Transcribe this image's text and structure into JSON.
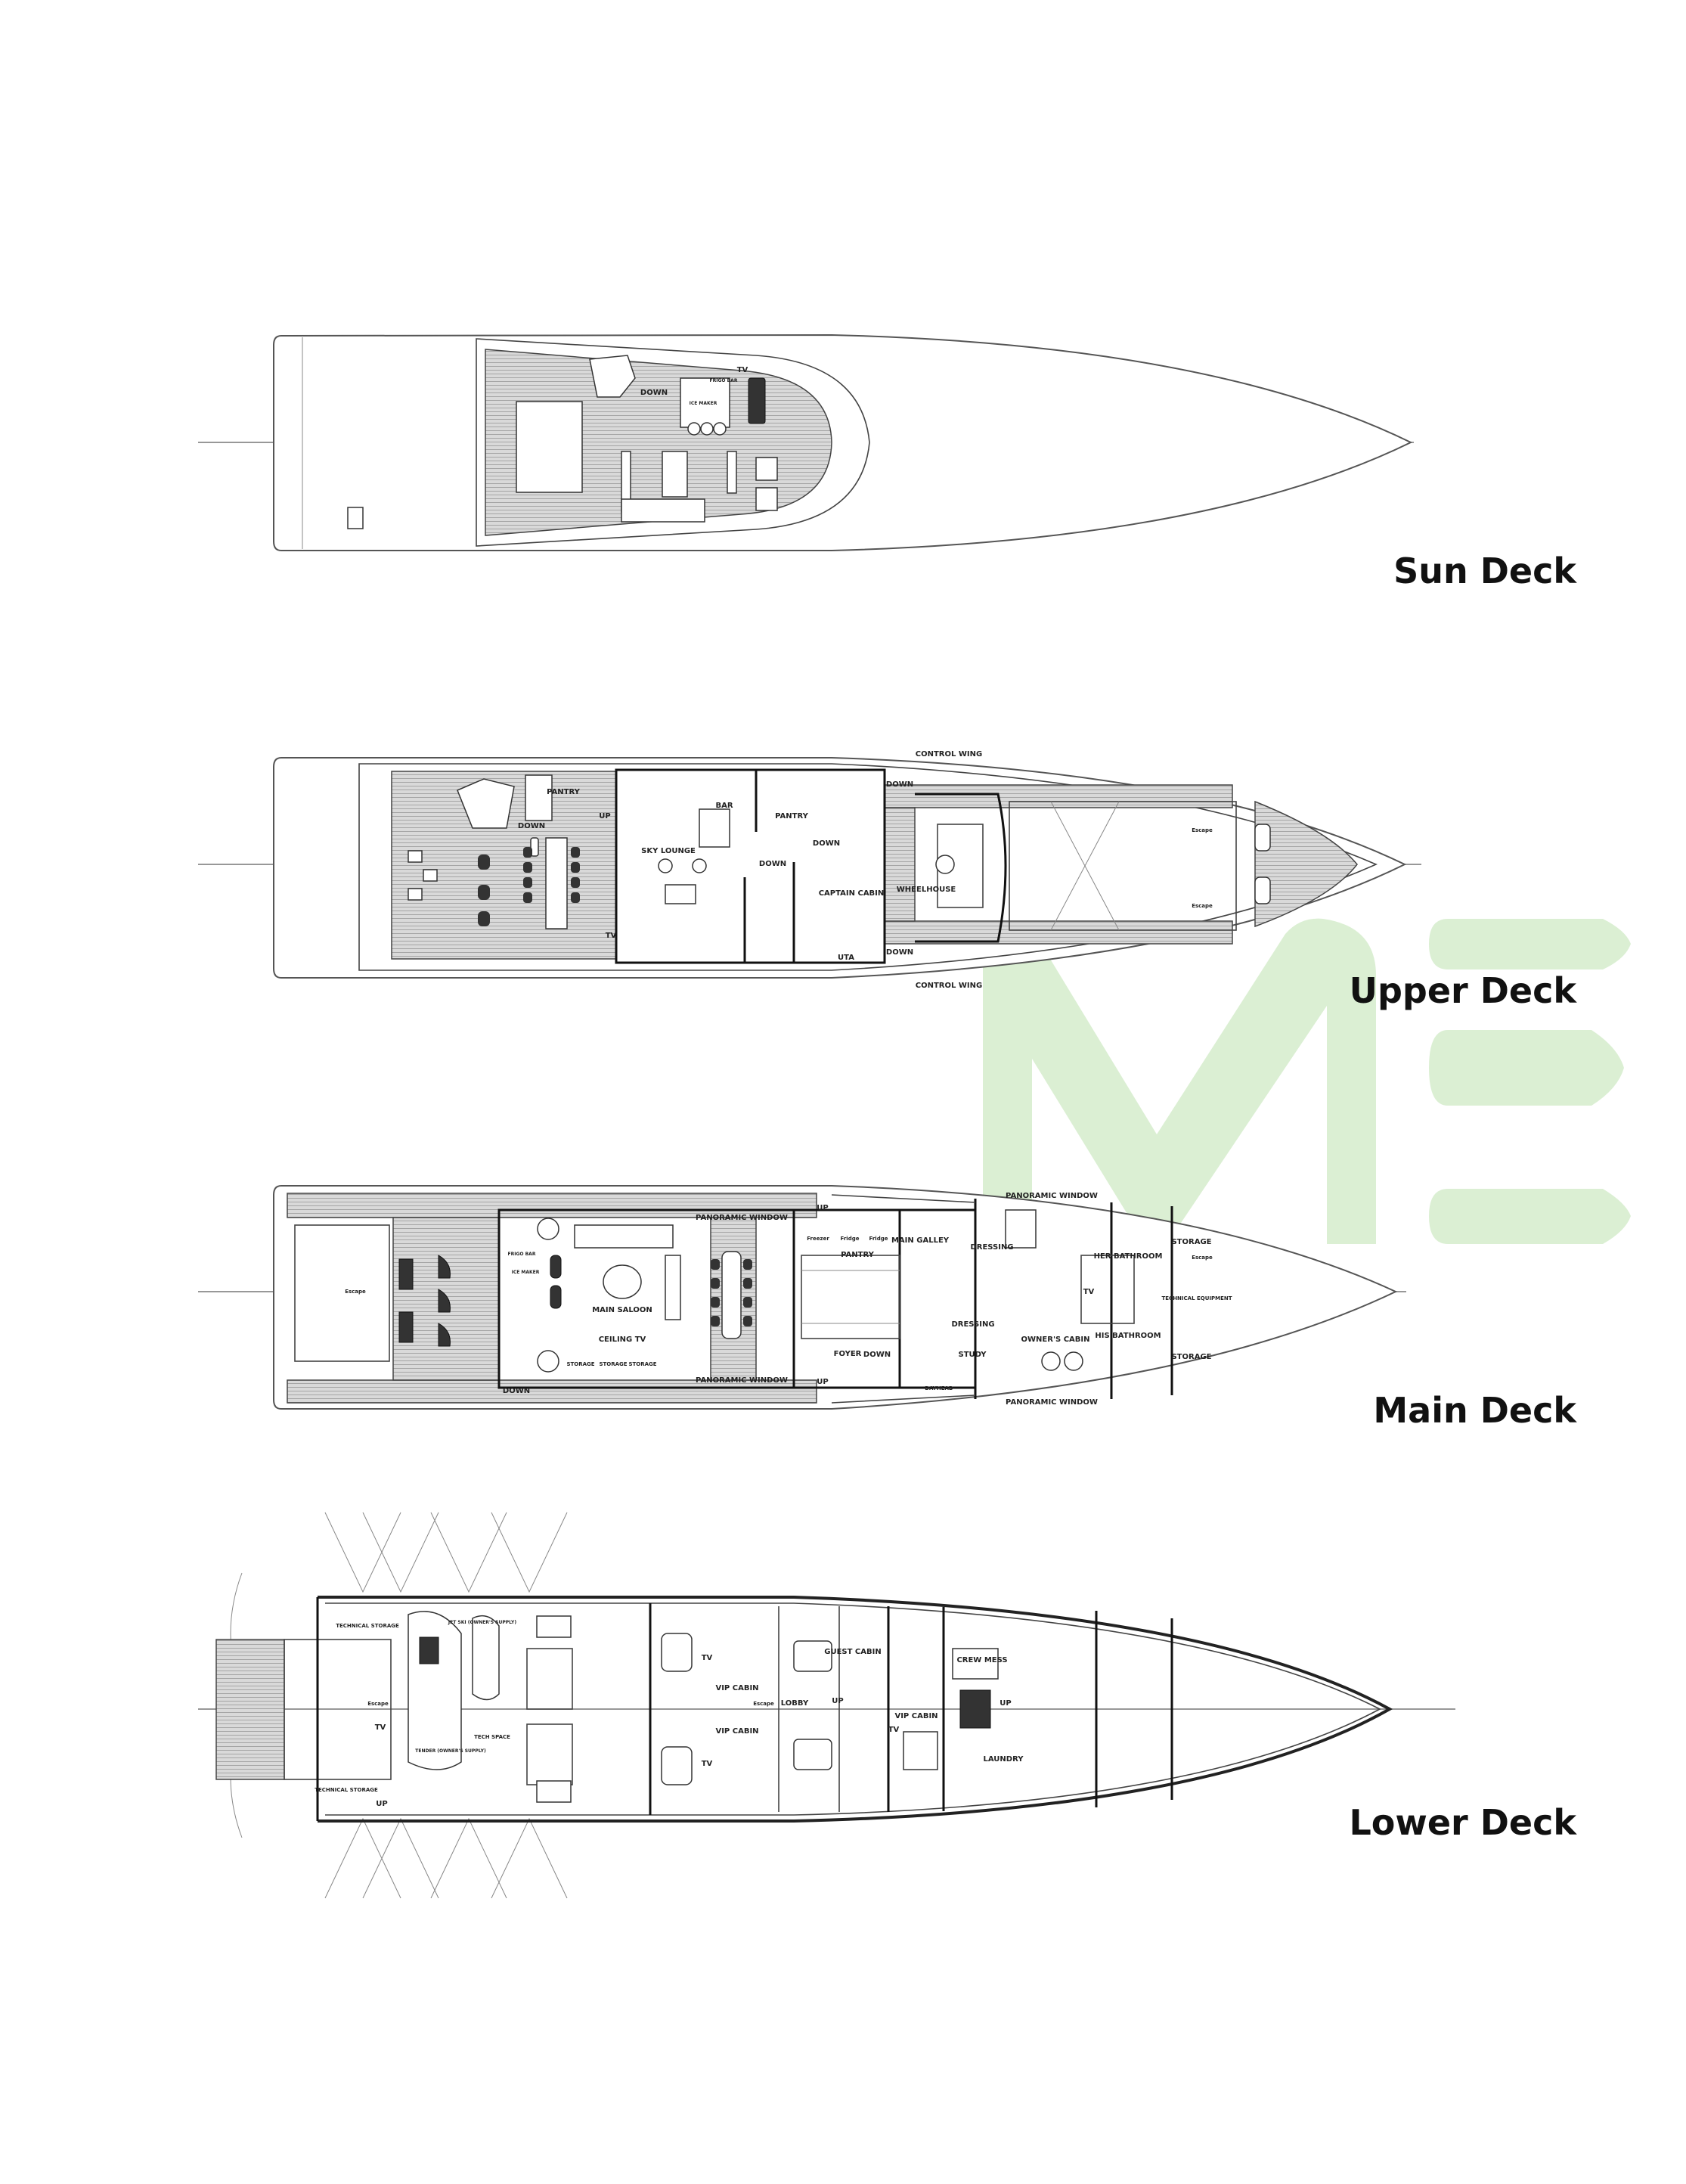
{
  "decks": [
    {
      "name": "Sun Deck",
      "labels": [
        "TV",
        "DOWN",
        "FRIGO BAR",
        "ICE MAKER"
      ]
    },
    {
      "name": "Upper Deck",
      "labels": [
        "PANTRY",
        "PANTRY",
        "BAR",
        "SKY LOUNGE",
        "DOWN",
        "DOWN",
        "DOWN",
        "CAPTAIN CABIN",
        "WHEELHOUSE",
        "UTA",
        "CONTROL WING",
        "CONTROL WING",
        "TV",
        "DOWN",
        "DOWN",
        "UP",
        "Escape",
        "Escape"
      ]
    },
    {
      "name": "Main Deck",
      "labels": [
        "PANORAMIC WINDOW",
        "PANORAMIC WINDOW",
        "PANORAMIC WINDOW",
        "PANORAMIC WINDOW",
        "MAIN SALOON",
        "CEILING TV",
        "FRIGO BAR",
        "ICE MAKER",
        "STORAGE",
        "STORAGE",
        "STORAGE",
        "PANTRY",
        "MAIN GALLEY",
        "DRESSING",
        "DRESSING",
        "FOYER",
        "DOWN",
        "STUDY",
        "OWNER'S CABIN",
        "HER BATHROOM",
        "HIS BATHROOM",
        "STORAGE",
        "STORAGE",
        "TECHNICAL EQUIPMENT",
        "TV",
        "UP",
        "UP",
        "DOWN",
        "Freezer",
        "Fridge",
        "Fridge",
        "DAYHEAD",
        "Escape",
        "Escape"
      ]
    },
    {
      "name": "Lower Deck",
      "labels": [
        "TECHNICAL STORAGE",
        "TECHNICAL STORAGE",
        "JET SKI (OWNER'S SUPPLY)",
        "TENDER (OWNER'S SUPPLY)",
        "TECH SPACE",
        "VIP CABIN",
        "VIP CABIN",
        "LOBBY",
        "GUEST CABIN",
        "VIP CABIN",
        "CREW MESS",
        "LAUNDRY",
        "TV",
        "TV",
        "TV",
        "TV",
        "UP",
        "UP",
        "UP",
        "Escape",
        "Escape"
      ]
    }
  ],
  "colors": {
    "watermark": "#cfeac4",
    "teak": "#d6d6d6"
  }
}
